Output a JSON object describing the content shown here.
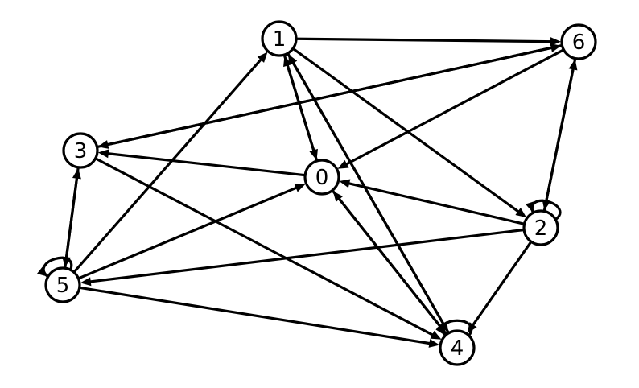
{
  "graph": {
    "type": "directed",
    "nodes": [
      {
        "id": "0",
        "label": "0"
      },
      {
        "id": "1",
        "label": "1"
      },
      {
        "id": "2",
        "label": "2"
      },
      {
        "id": "3",
        "label": "3"
      },
      {
        "id": "4",
        "label": "4"
      },
      {
        "id": "5",
        "label": "5"
      },
      {
        "id": "6",
        "label": "6"
      }
    ],
    "edges": [
      {
        "from": "1",
        "to": "6"
      },
      {
        "from": "1",
        "to": "0"
      },
      {
        "from": "0",
        "to": "1"
      },
      {
        "from": "1",
        "to": "2"
      },
      {
        "from": "1",
        "to": "4"
      },
      {
        "from": "4",
        "to": "1"
      },
      {
        "from": "5",
        "to": "1"
      },
      {
        "from": "6",
        "to": "3"
      },
      {
        "from": "3",
        "to": "6"
      },
      {
        "from": "6",
        "to": "0"
      },
      {
        "from": "6",
        "to": "2"
      },
      {
        "from": "2",
        "to": "6"
      },
      {
        "from": "0",
        "to": "3"
      },
      {
        "from": "2",
        "to": "0"
      },
      {
        "from": "0",
        "to": "4"
      },
      {
        "from": "4",
        "to": "0"
      },
      {
        "from": "5",
        "to": "0"
      },
      {
        "from": "3",
        "to": "5"
      },
      {
        "from": "5",
        "to": "3"
      },
      {
        "from": "3",
        "to": "4"
      },
      {
        "from": "2",
        "to": "5"
      },
      {
        "from": "2",
        "to": "4"
      },
      {
        "from": "5",
        "to": "4"
      },
      {
        "from": "2",
        "to": "2"
      },
      {
        "from": "4",
        "to": "4"
      },
      {
        "from": "5",
        "to": "5"
      }
    ]
  }
}
